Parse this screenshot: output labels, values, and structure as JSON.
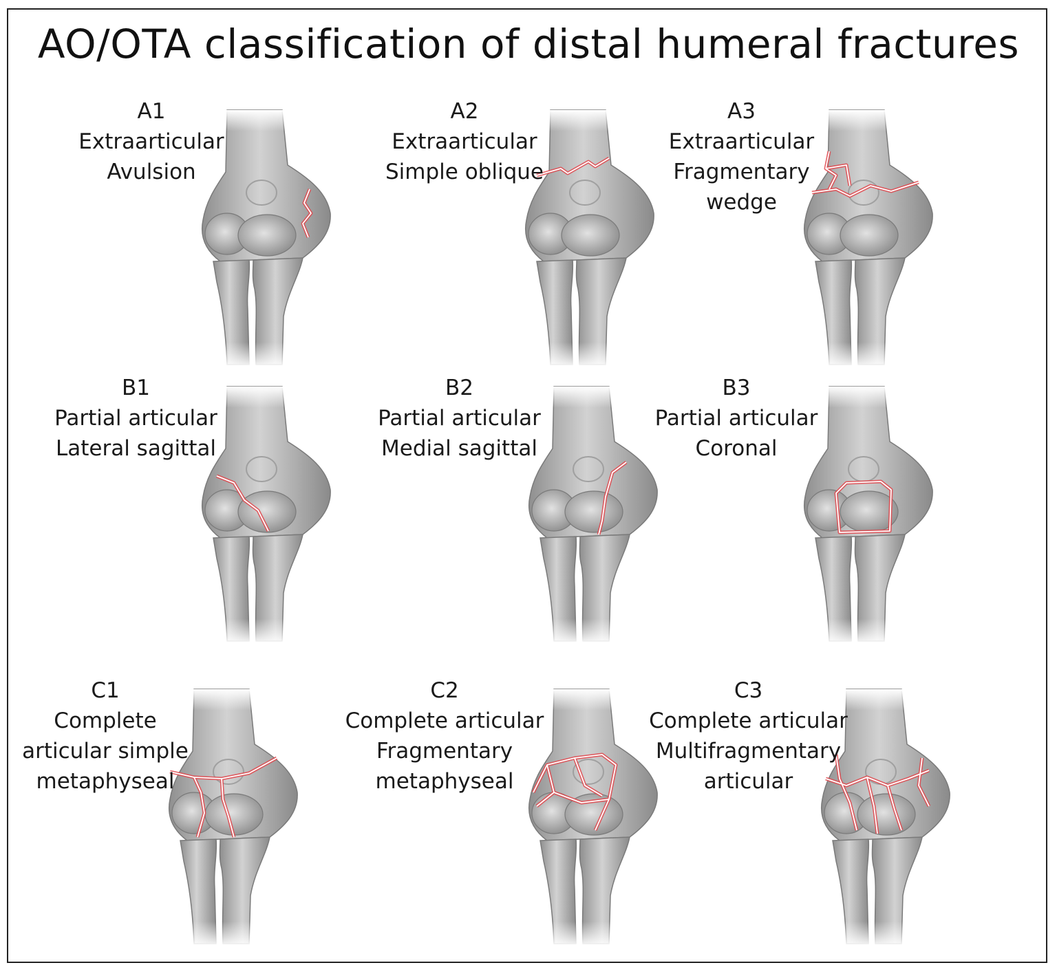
{
  "title": "AO/OTA classification of distal humeral fractures",
  "panels": [
    {
      "code": "A1",
      "lines": [
        "Extraarticular",
        "Avulsion"
      ],
      "fracture": "avulsion"
    },
    {
      "code": "A2",
      "lines": [
        "Extraarticular",
        "Simple oblique"
      ],
      "fracture": "oblique"
    },
    {
      "code": "A3",
      "lines": [
        "Extraarticular",
        "Fragmentary",
        "wedge"
      ],
      "fracture": "wedge"
    },
    {
      "code": "B1",
      "lines": [
        "Partial articular",
        "Lateral sagittal"
      ],
      "fracture": "lateral-sagittal"
    },
    {
      "code": "B2",
      "lines": [
        "Partial articular",
        "Medial sagittal"
      ],
      "fracture": "medial-sagittal"
    },
    {
      "code": "B3",
      "lines": [
        "Partial articular",
        "Coronal"
      ],
      "fracture": "coronal"
    },
    {
      "code": "C1",
      "lines": [
        "Complete",
        "articular simple",
        "metaphyseal"
      ],
      "fracture": "simple-metaphyseal"
    },
    {
      "code": "C2",
      "lines": [
        "Complete articular",
        "Fragmentary",
        "metaphyseal"
      ],
      "fracture": "fragmentary-metaphyseal"
    },
    {
      "code": "C3",
      "lines": [
        "Complete articular",
        "Multifragmentary",
        "articular"
      ],
      "fracture": "multifragmentary-articular"
    }
  ],
  "colors": {
    "bone": "#b9b9b9",
    "bone_dark": "#8e8e8e",
    "fracture": "#e0494f",
    "outline": "#7a7a7a"
  }
}
